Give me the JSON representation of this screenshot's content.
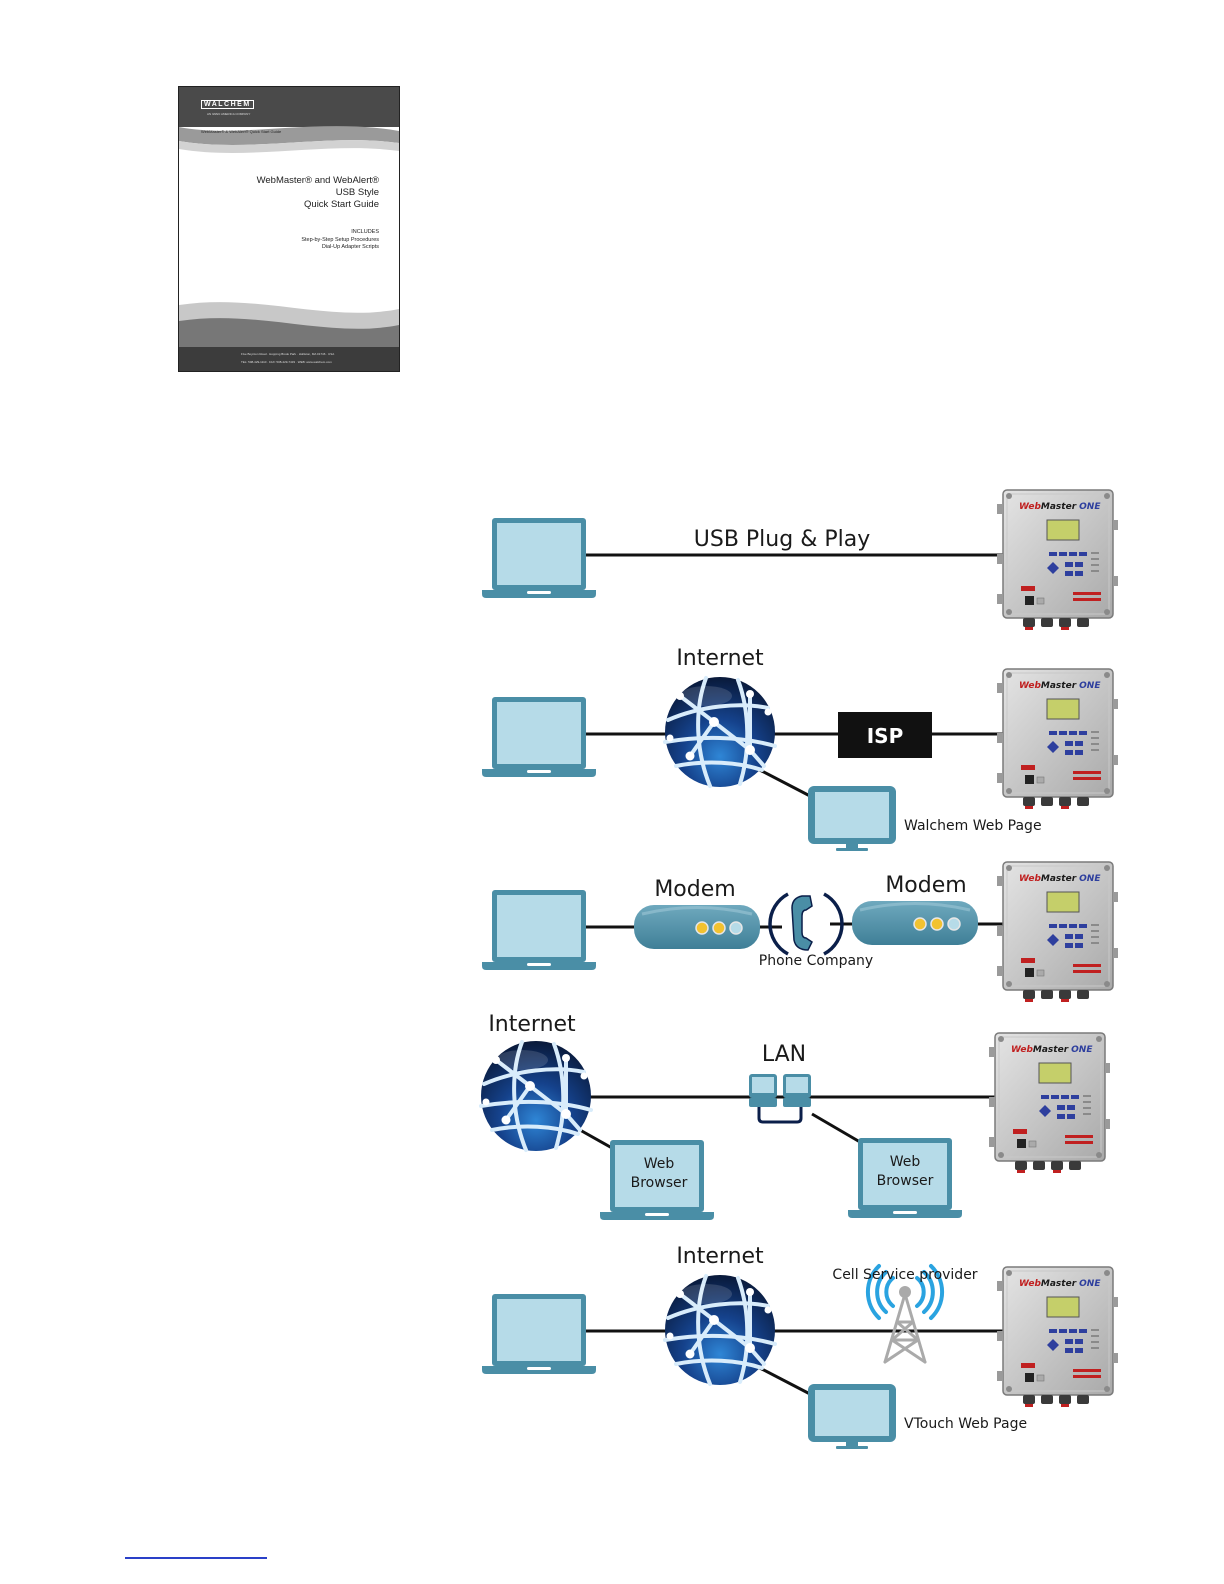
{
  "cover": {
    "brand": "WALCHEM",
    "brand_sub": "AN IWAKI AMERICA COMPANY",
    "header_strip": "WebMaster® & WebAlert® Quick Start Guide",
    "title_line1": "WebMaster® and WebAlert®",
    "title_line2": "USB Style",
    "title_line3": "Quick Start Guide",
    "includes_heading": "INCLUDES",
    "includes_1": "Step-by-Step Setup Procedures",
    "includes_2": "Dial-Up Adapter Scripts",
    "footer_1": "Five Boynton Road · Hopping Brook Park · Holliston, MA 01746 · USA",
    "footer_2": "TEL: 508-429-1110 · FAX: 508-429-7433 · WEB: www.walchem.com"
  },
  "controller": {
    "brand_a": "Web",
    "brand_b": "Master",
    "brand_c": "ONE"
  },
  "colors": {
    "device": "#4a8ea6",
    "device_screen": "#b6dbe8",
    "globe_dark": "#0b1f4a",
    "globe_mid": "#1f5fb0",
    "modem_led": "#f2c230",
    "wire": "#111111",
    "isp_box": "#111111",
    "footer_rule": "#2a40c8"
  },
  "rows": {
    "usb": {
      "link_label": "USB Plug & Play"
    },
    "isp": {
      "cloud_label": "Internet",
      "box_label": "ISP",
      "monitor_label": "Walchem Web Page"
    },
    "modem": {
      "left_label": "Modem",
      "right_label": "Modem",
      "phone_label": "Phone Company"
    },
    "lan": {
      "cloud_label": "Internet",
      "hub_label": "LAN",
      "browser1_line1": "Web",
      "browser1_line2": "Browser",
      "browser2_line1": "Web",
      "browser2_line2": "Browser"
    },
    "cell": {
      "cloud_label": "Internet",
      "tower_label": "Cell Service provider",
      "monitor_label": "VTouch Web Page"
    }
  }
}
